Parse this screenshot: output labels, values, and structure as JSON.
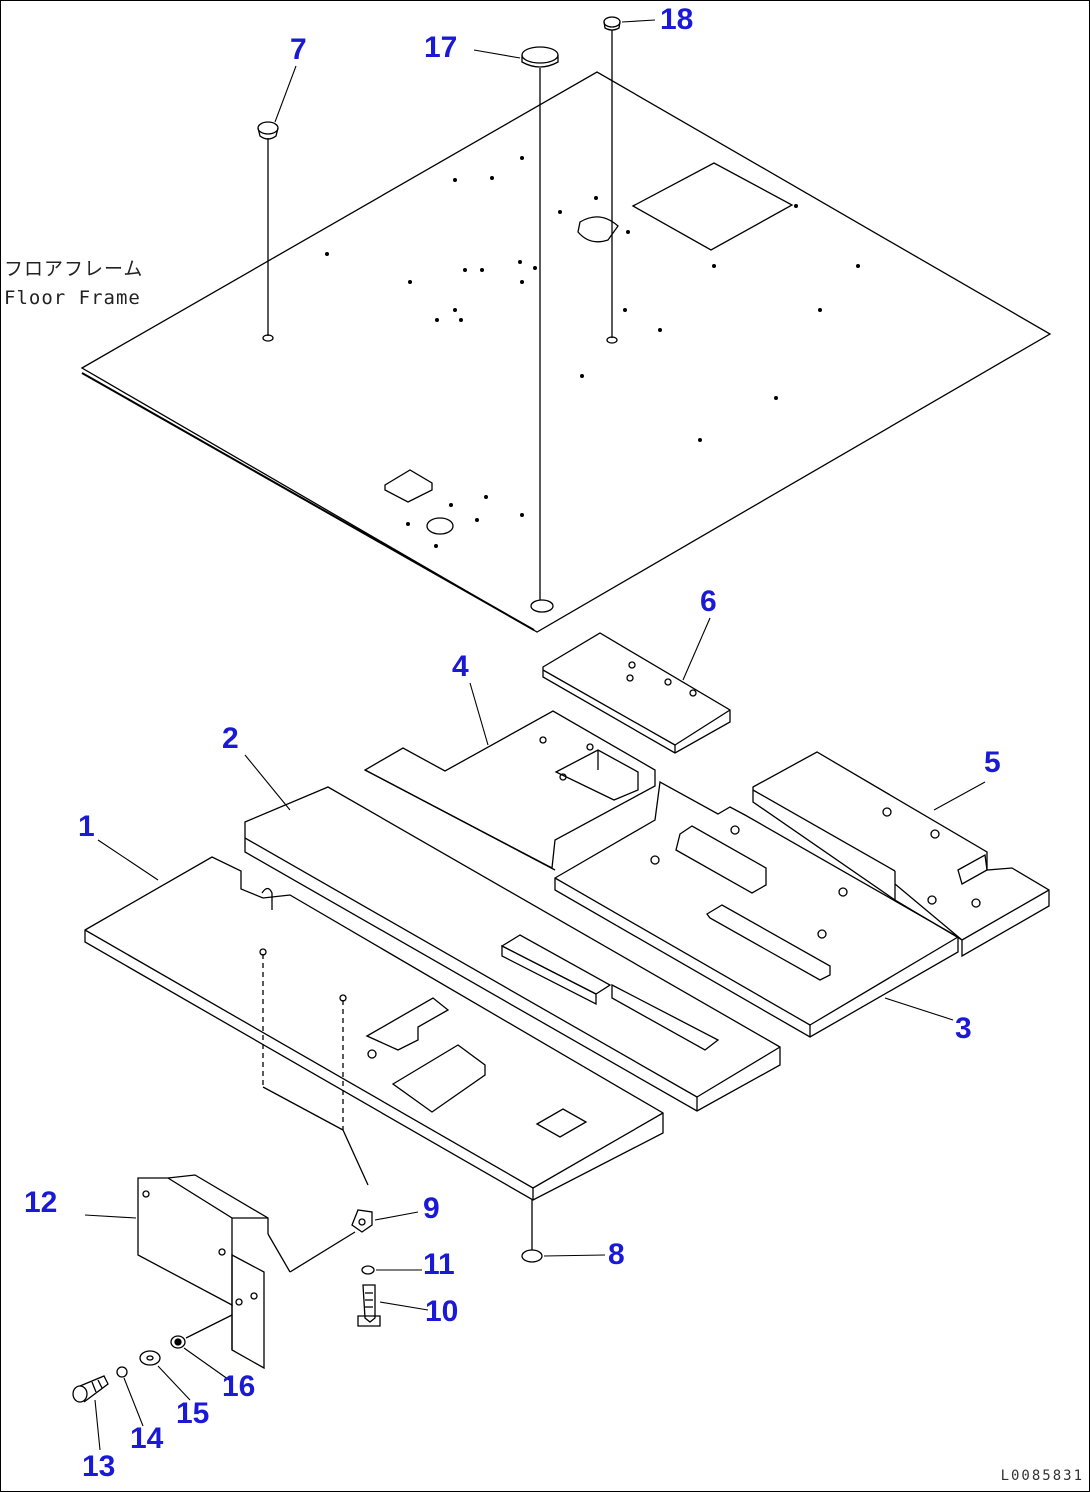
{
  "labels": {
    "jp": "フロアフレーム",
    "en": "Floor Frame"
  },
  "drawing_code": "L0085831",
  "callouts": {
    "c1": "1",
    "c2": "2",
    "c3": "3",
    "c4": "4",
    "c5": "5",
    "c6": "6",
    "c7": "7",
    "c8": "8",
    "c9": "9",
    "c10": "10",
    "c11": "11",
    "c12": "12",
    "c13": "13",
    "c14": "14",
    "c15": "15",
    "c16": "16",
    "c17": "17",
    "c18": "18"
  },
  "colors": {
    "callout": "#1a1ad6",
    "line": "#000000"
  }
}
